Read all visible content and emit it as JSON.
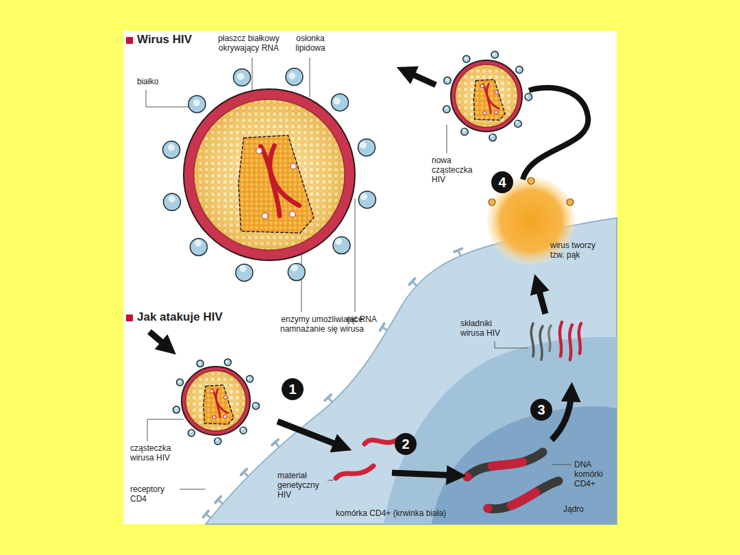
{
  "diagram": {
    "title": "Wirus HIV",
    "labels": [
      "płaszcz białkowy okrywający RNA",
      "osłonka lipidowa",
      "białko",
      "nowa cząsteczka HIV",
      "4",
      "wirus tworzy tzw. pąk",
      "Jak atakuje HIV",
      "enzymy umożliwiające namnażanie się wirusa",
      "nić RNA",
      "składniki wirusa HIV",
      "1",
      "cząsteczka wirusa HIV",
      "2",
      "3",
      "materiał genetyczny HIV",
      "DNA komórki CD4+",
      "receptory CD4",
      "komórka CD4+ (krwinka biała)",
      "Jądro"
    ]
  }
}
